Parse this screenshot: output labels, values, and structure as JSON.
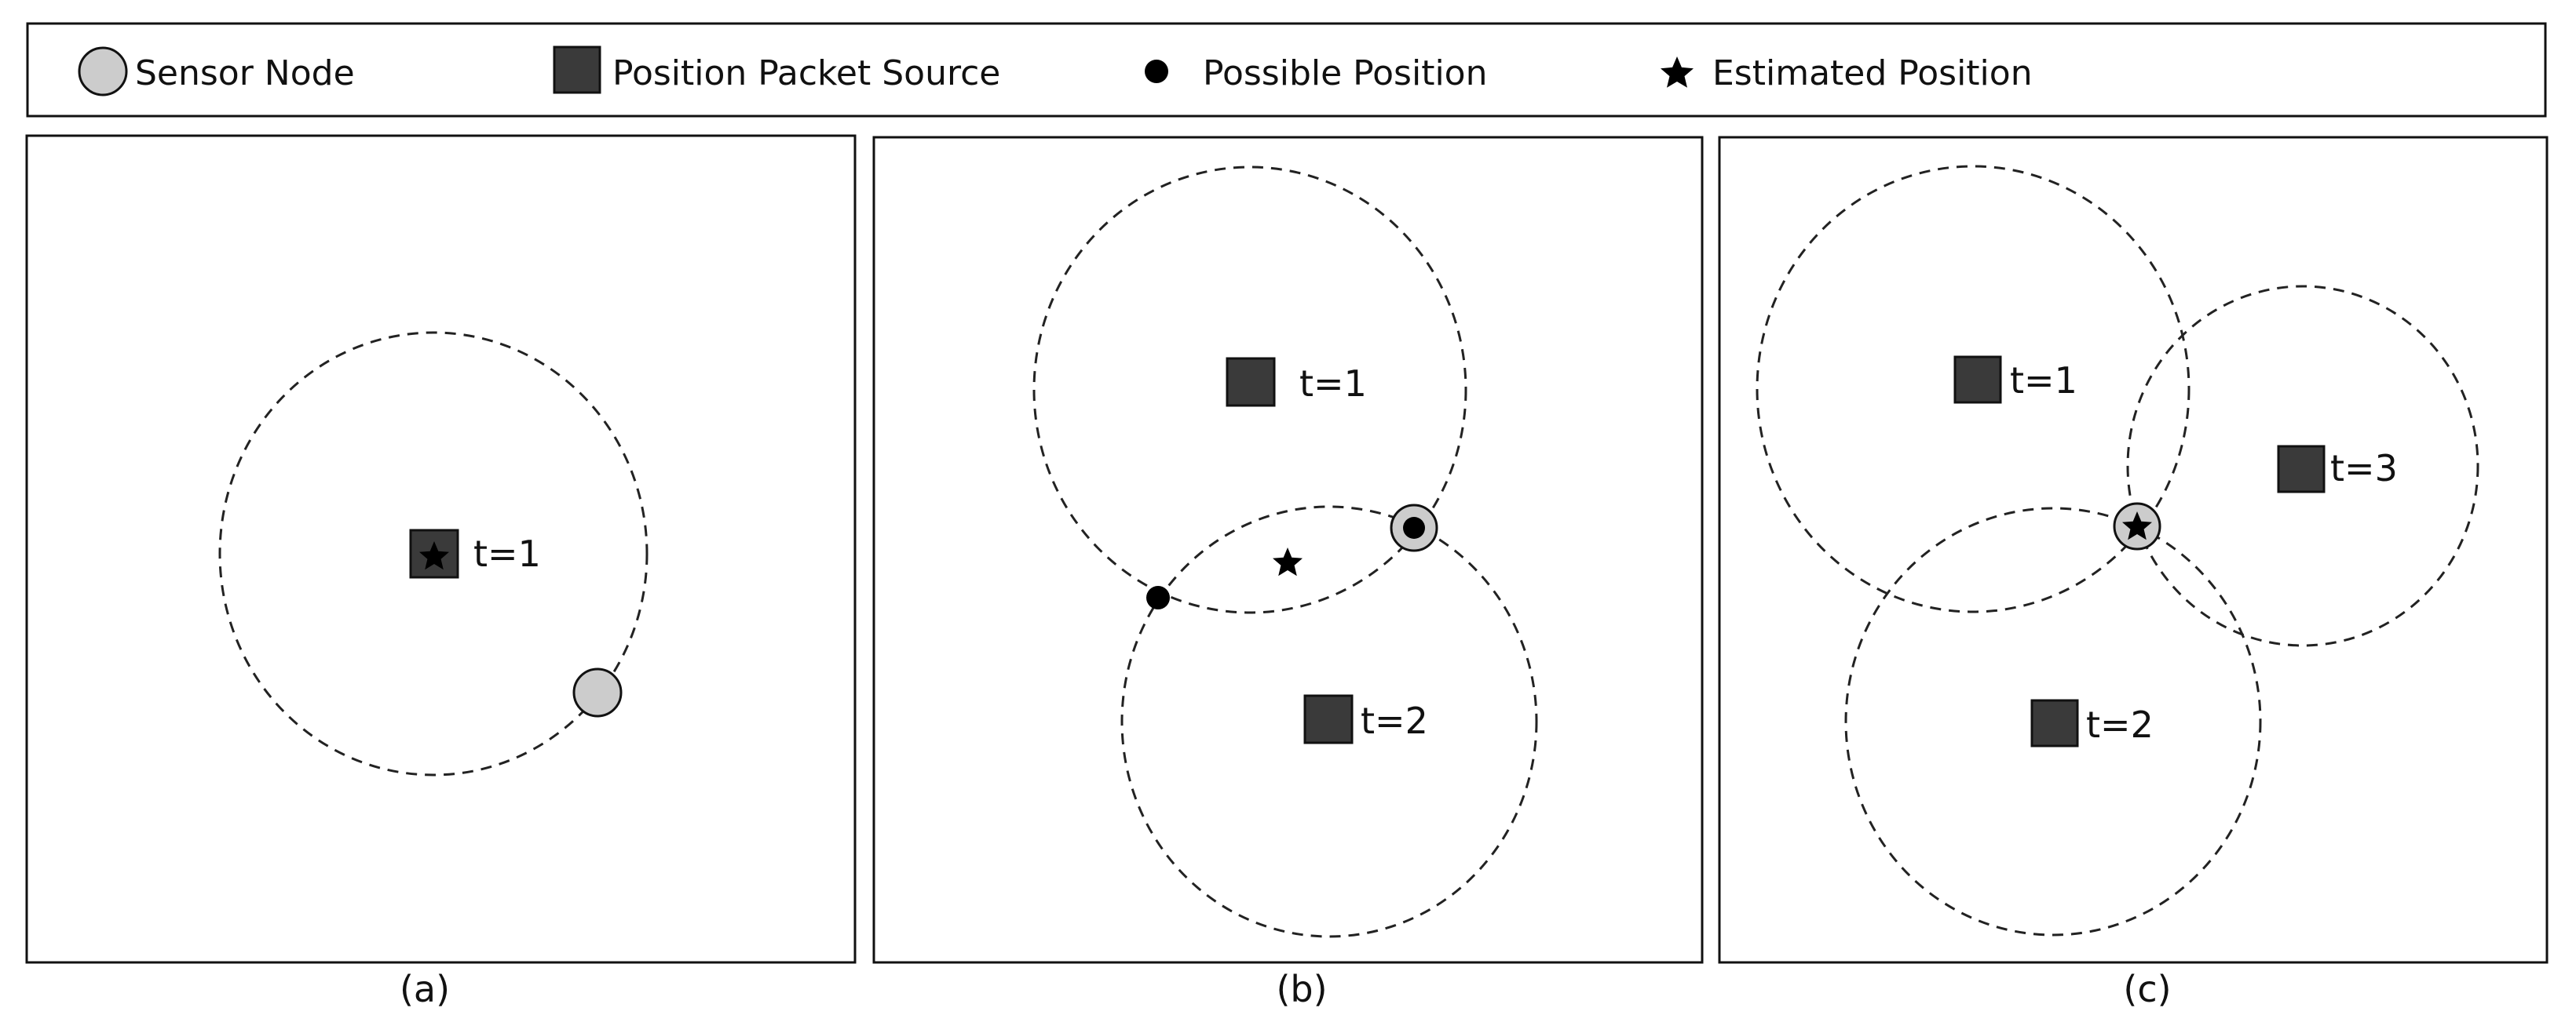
{
  "legend": {
    "sensor_node": "Sensor Node",
    "packet_source": "Position Packet Source",
    "possible_position": "Possible Position",
    "estimated_position": "Estimated Position"
  },
  "panels": [
    {
      "caption": "(a)",
      "sources": [
        {
          "label": "t=1"
        }
      ]
    },
    {
      "caption": "(b)",
      "sources": [
        {
          "label": "t=1"
        },
        {
          "label": "t=2"
        }
      ]
    },
    {
      "caption": "(c)",
      "sources": [
        {
          "label": "t=1"
        },
        {
          "label": "t=2"
        },
        {
          "label": "t=3"
        }
      ]
    }
  ],
  "colors": {
    "sensor_fill": "#cccccc",
    "source_fill": "#3a3a3a",
    "stroke": "#111111"
  }
}
